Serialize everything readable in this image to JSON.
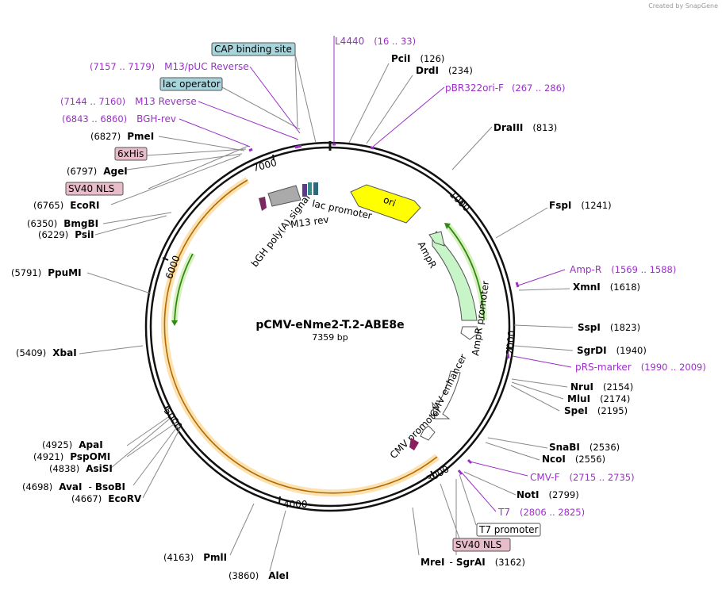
{
  "credit": "Created by SnapGene",
  "plasmid": {
    "name": "pCMV-eNme2-T.2-ABE8e",
    "length": "7359 bp"
  },
  "ticks": [
    "1000",
    "2000",
    "3000",
    "4000",
    "5000",
    "6000",
    "7000"
  ],
  "features": {
    "ori": "ori",
    "ampr": "AmpR",
    "ampr_promoter": "AmpR promoter",
    "cmv_enhancer": "CMV enhancer",
    "cmv_promoter": "CMV promoter",
    "bgh": "bGH poly(A) signal",
    "lac_promoter": "lac promoter",
    "m13_rev": "M13 rev"
  },
  "enzymes": [
    {
      "name": "PciI",
      "pos": "(126)"
    },
    {
      "name": "DrdI",
      "pos": "(234)"
    },
    {
      "name": "DraIII",
      "pos": "(813)"
    },
    {
      "name": "FspI",
      "pos": "(1241)"
    },
    {
      "name": "XmnI",
      "pos": "(1618)"
    },
    {
      "name": "SspI",
      "pos": "(1823)"
    },
    {
      "name": "SgrDI",
      "pos": "(1940)"
    },
    {
      "name": "NruI",
      "pos": "(2154)"
    },
    {
      "name": "MluI",
      "pos": "(2174)"
    },
    {
      "name": "SpeI",
      "pos": "(2195)"
    },
    {
      "name": "SnaBI",
      "pos": "(2536)"
    },
    {
      "name": "NcoI",
      "pos": "(2556)"
    },
    {
      "name": "NotI",
      "pos": "(2799)"
    },
    {
      "name": "MreI",
      "name2": "SgrAI",
      "sep": "-",
      "pos": "(3162)"
    },
    {
      "name": "AleI",
      "pos": "(3860)"
    },
    {
      "name": "PmlI",
      "pos": "(4163)"
    },
    {
      "name": "EcoRV",
      "pos": "(4667)"
    },
    {
      "name": "AvaI",
      "name2": "BsoBI",
      "sep": "-",
      "pos": "(4698)"
    },
    {
      "name": "AsiSI",
      "pos": "(4838)"
    },
    {
      "name": "PspOMI",
      "pos": "(4921)"
    },
    {
      "name": "ApaI",
      "pos": "(4925)"
    },
    {
      "name": "XbaI",
      "pos": "(5409)"
    },
    {
      "name": "PpuMI",
      "pos": "(5791)"
    },
    {
      "name": "PsiI",
      "pos": "(6229)"
    },
    {
      "name": "BmgBI",
      "pos": "(6350)"
    },
    {
      "name": "EcoRI",
      "pos": "(6765)"
    },
    {
      "name": "AgeI",
      "pos": "(6797)"
    },
    {
      "name": "PmeI",
      "pos": "(6827)"
    }
  ],
  "primers": [
    {
      "name": "L4440",
      "range": "(16 .. 33)"
    },
    {
      "name": "pBR322ori-F",
      "range": "(267 .. 286)"
    },
    {
      "name": "Amp-R",
      "range": "(1569 .. 1588)"
    },
    {
      "name": "pRS-marker",
      "range": "(1990 .. 2009)"
    },
    {
      "name": "CMV-F",
      "range": "(2715 .. 2735)"
    },
    {
      "name": "T7",
      "range": "(2806 .. 2825)"
    },
    {
      "name": "BGH-rev",
      "range": "(6843 .. 6860)"
    },
    {
      "name": "M13 Reverse",
      "range": "(7144 .. 7160)"
    },
    {
      "name": "M13/pUC Reverse",
      "range": "(7157 .. 7179)"
    }
  ],
  "boxes": [
    {
      "label": "CAP binding site",
      "color": "#a8d4dc"
    },
    {
      "label": "lac operator",
      "color": "#a8d4dc"
    },
    {
      "label": "6xHis",
      "color": "#e8bcc8"
    },
    {
      "label": "SV40 NLS",
      "color": "#e8bcc8"
    },
    {
      "label": "T7 promoter",
      "color": "#ffffff"
    },
    {
      "label": "SV40 NLS",
      "color": "#e8bcc8"
    }
  ],
  "colors": {
    "primer": "#9b30c8",
    "ori": "#ffff00",
    "ampr": "#c8f5c8",
    "orf_outline": "#f5c050",
    "orf_arrow": "#3aa012"
  }
}
